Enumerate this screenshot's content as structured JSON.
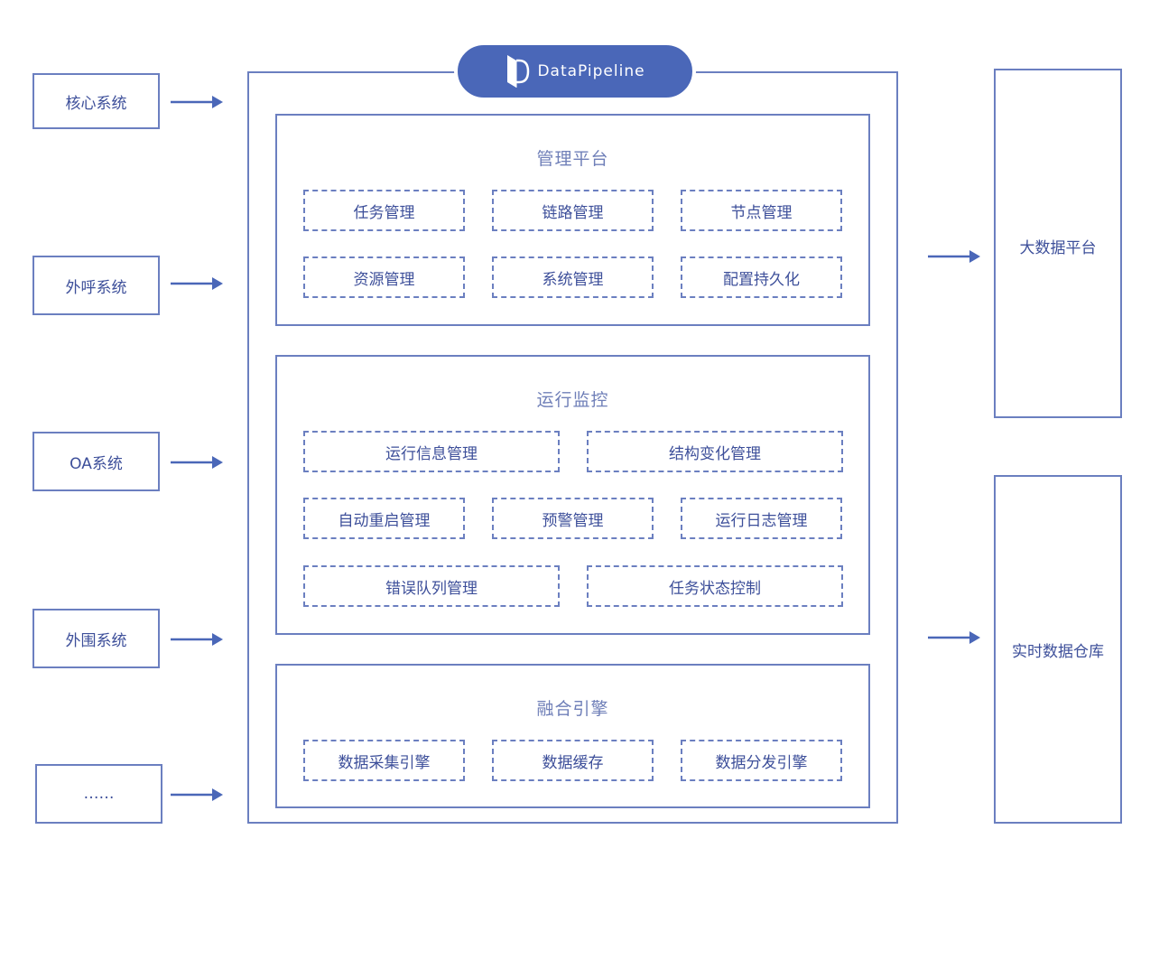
{
  "sources": [
    {
      "label": "核心系统"
    },
    {
      "label": "外呼系统"
    },
    {
      "label": "OA系统"
    },
    {
      "label": "外围系统"
    },
    {
      "label": "……"
    }
  ],
  "brand": {
    "name": "DataPipeline"
  },
  "sections": {
    "management": {
      "title": "管理平台",
      "modules": [
        "任务管理",
        "链路管理",
        "节点管理",
        "资源管理",
        "系统管理",
        "配置持久化"
      ]
    },
    "monitoring": {
      "title": "运行监控",
      "modules": [
        "运行信息管理",
        "结构变化管理",
        "自动重启管理",
        "预警管理",
        "运行日志管理",
        "错误队列管理",
        "任务状态控制"
      ]
    },
    "engine": {
      "title": "融合引擎",
      "modules": [
        "数据采集引擎",
        "数据缓存",
        "数据分发引擎"
      ]
    }
  },
  "targets": [
    {
      "label": "大数据平台"
    },
    {
      "label": "实时数据仓库"
    }
  ],
  "colors": {
    "line": "#6b7fc0",
    "text": "#3d4f9a",
    "title": "#6f7fb8",
    "accent": "#4a67b8"
  }
}
